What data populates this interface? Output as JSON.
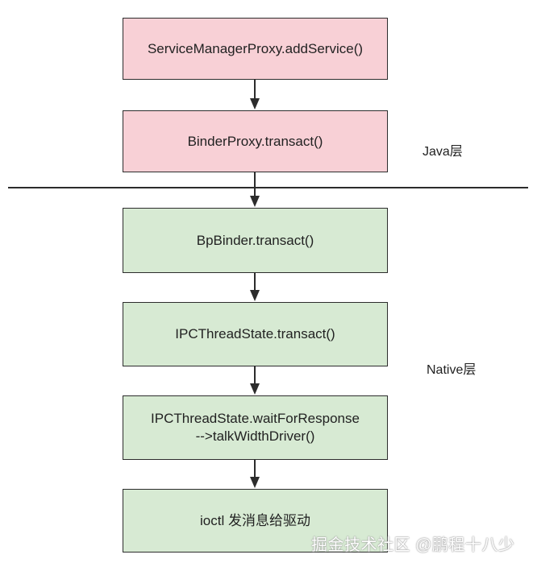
{
  "nodes": [
    {
      "id": "n1",
      "lines": [
        "ServiceManagerProxy.addService()"
      ],
      "layer": "java"
    },
    {
      "id": "n2",
      "lines": [
        "BinderProxy.transact()"
      ],
      "layer": "java"
    },
    {
      "id": "n3",
      "lines": [
        "BpBinder.transact()"
      ],
      "layer": "native"
    },
    {
      "id": "n4",
      "lines": [
        "IPCThreadState.transact()"
      ],
      "layer": "native"
    },
    {
      "id": "n5",
      "lines": [
        "IPCThreadState.waitForResponse",
        "-->talkWidthDriver()"
      ],
      "layer": "native"
    },
    {
      "id": "n6",
      "lines": [
        "ioctl 发消息给驱动"
      ],
      "layer": "native"
    }
  ],
  "layers": {
    "java": {
      "label": "Java层",
      "color": "#f8d0d6"
    },
    "native": {
      "label": "Native层",
      "color": "#d7ead3"
    }
  },
  "edges": [
    {
      "from": "n1",
      "to": "n2"
    },
    {
      "from": "n2",
      "to": "n3"
    },
    {
      "from": "n3",
      "to": "n4"
    },
    {
      "from": "n4",
      "to": "n5"
    },
    {
      "from": "n5",
      "to": "n6"
    }
  ],
  "watermark": "掘金技术社区 @鹏程十八少"
}
